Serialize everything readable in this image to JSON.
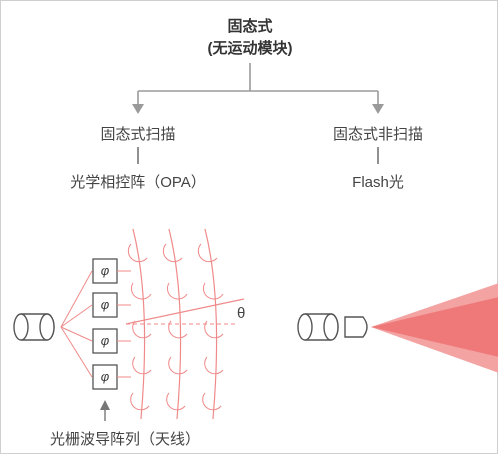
{
  "root": {
    "title": "固态式",
    "subtitle": "(无运动模块)"
  },
  "branches": [
    {
      "name": "固态式扫描",
      "tech": "光学相控阵（OPA）"
    },
    {
      "name": "固态式非扫描",
      "tech": "Flash光"
    }
  ],
  "opa_diagram": {
    "phase_symbol": "φ",
    "phase_shifter_count": 4,
    "angle_label": "θ",
    "caption": "光栅波导阵列（天线）"
  },
  "colors": {
    "connector": "#9a9a9a",
    "wave": "#f08a8a",
    "beam": "#ee6b6b",
    "outline": "#555555"
  }
}
